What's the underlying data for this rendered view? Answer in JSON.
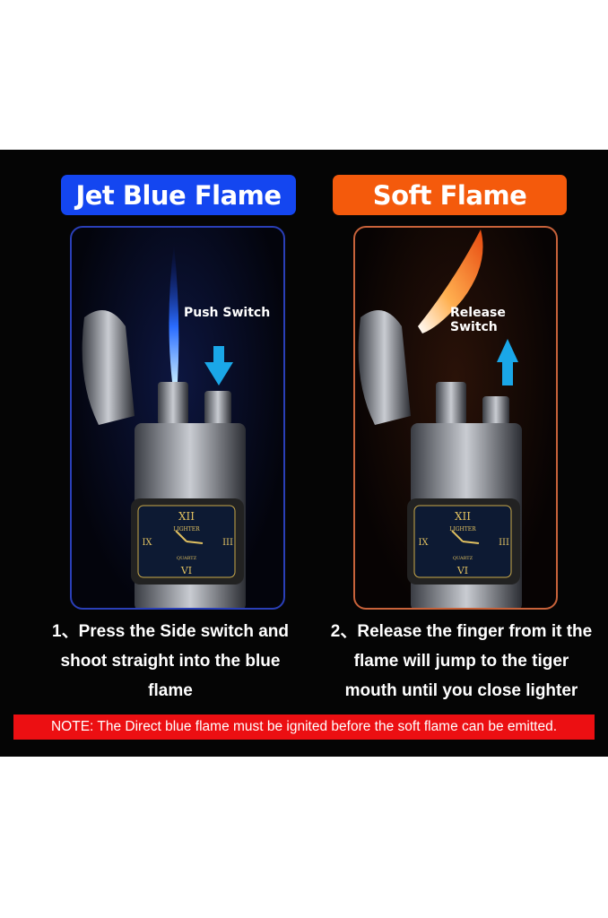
{
  "labels": {
    "jet": "Jet Blue Flame",
    "soft": "Soft Flame"
  },
  "panels": {
    "left": {
      "switch_label": "Push Switch",
      "clock_brand": "LIGHTER",
      "clock_sub": "QUARTZ",
      "numerals": [
        "XII",
        "III",
        "VI",
        "IX"
      ]
    },
    "right": {
      "switch_label": "Release Switch",
      "clock_brand": "LIGHTER",
      "clock_sub": "QUARTZ",
      "numerals": [
        "XII",
        "III",
        "VI",
        "IX"
      ]
    }
  },
  "descriptions": {
    "step1": {
      "line1": "1、Press the Side switch and",
      "line2": "shoot straight into the blue",
      "line3": "flame"
    },
    "step2": {
      "line1": "2、Release the finger from it the",
      "line2": "flame will jump to the tiger",
      "line3": "mouth until you close lighter"
    }
  },
  "note": "NOTE: The Direct blue flame must be ignited before the soft flame can be emitted.",
  "colors": {
    "blue": "#1446f0",
    "orange": "#f45a0c",
    "red": "#ec0f12",
    "arrow": "#1aa7e8"
  }
}
